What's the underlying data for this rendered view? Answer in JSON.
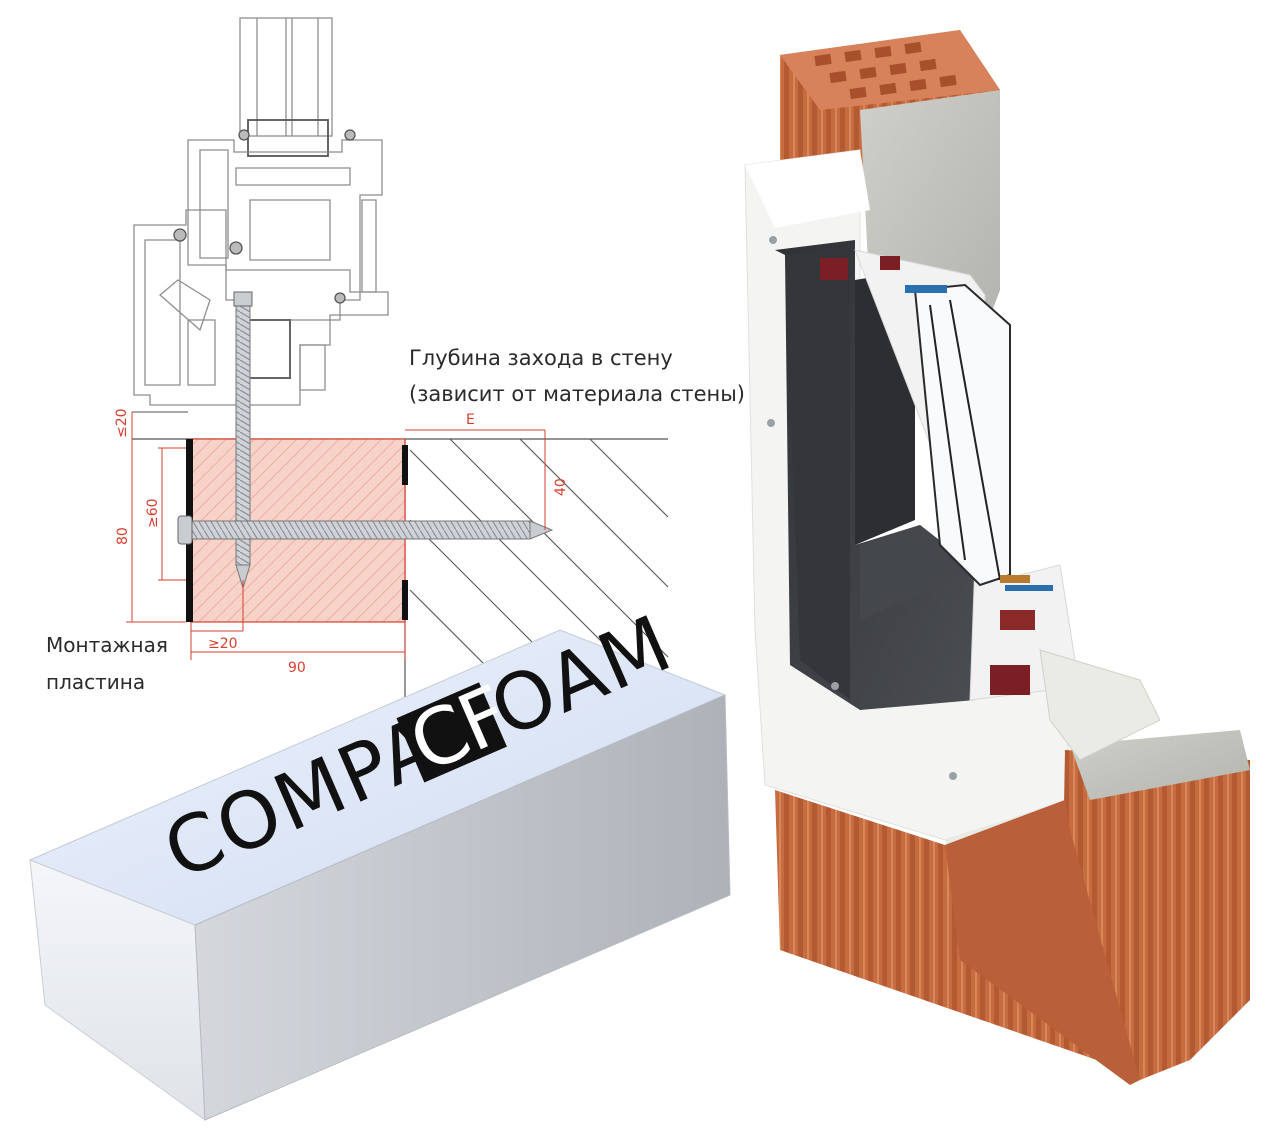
{
  "labels": {
    "depth_line1": "Глубина захода в стену",
    "depth_line2": "(зависит от материала стены)",
    "plate_line1": "Монтажная",
    "plate_line2": "пластина"
  },
  "dimensions": {
    "gap_top": "≤20",
    "height_total": "80",
    "height_inner": "≥60",
    "embed_depth": "E",
    "screw_offset": "40",
    "edge_min": "≥20",
    "width": "90"
  },
  "brand": {
    "prefix": "COMPA",
    "highlight": "CF",
    "suffix": "OAM"
  },
  "colors": {
    "dimension": "#d6402e",
    "block_fill": "#f6cdc2",
    "brick": "#c96a3e",
    "profile_dark": "#3a3c40",
    "foam_top": "#dfe7f7",
    "foam_side": "#c9cdd3"
  }
}
